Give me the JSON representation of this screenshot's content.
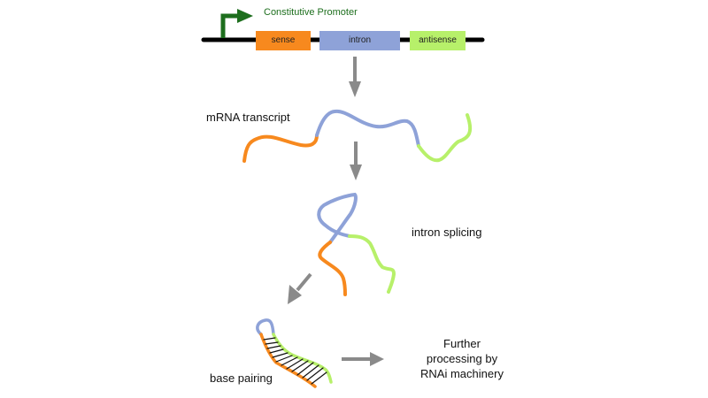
{
  "colors": {
    "sense": "#f7891e",
    "intron": "#8ea2d8",
    "antisense": "#b7f06a",
    "promoter": "#1d6e1d",
    "arrow": "#8a8a8a",
    "dna": "#000000"
  },
  "construct": {
    "promoter_label": "Constitutive Promoter",
    "segments": [
      {
        "id": "sense",
        "label": "sense"
      },
      {
        "id": "intron",
        "label": "intron"
      },
      {
        "id": "antisense",
        "label": "antisense"
      }
    ]
  },
  "steps": {
    "transcript": "mRNA transcript",
    "splicing": "intron splicing",
    "pairing": "base pairing",
    "result": [
      "Further",
      "processing by",
      "RNAi machinery"
    ]
  }
}
